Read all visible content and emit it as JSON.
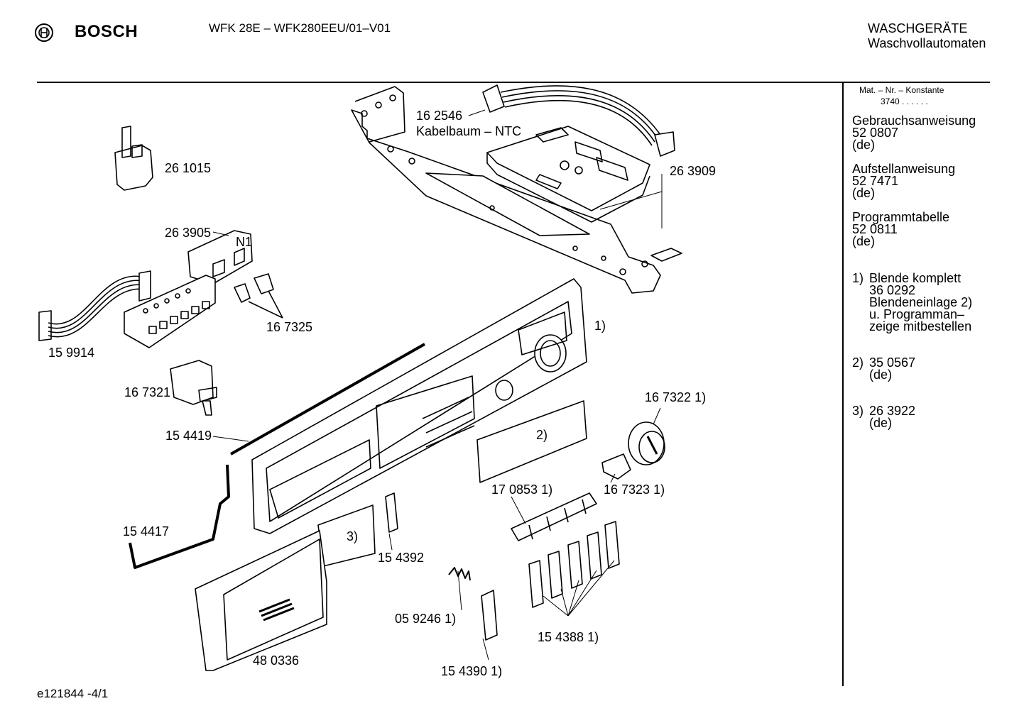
{
  "header": {
    "brand": "BOSCH",
    "model": "WFK 28E – WFK280EEU/01–V01",
    "category": "WASCHGERÄTE",
    "subcategory": "Waschvollautomaten"
  },
  "sidebar": {
    "matnr_label": "Mat. – Nr. – Konstante",
    "matnr_value": "3740 . . . . . .",
    "docs": [
      {
        "title": "Gebrauchsanweisung",
        "number": "52 0807",
        "lang": "(de)"
      },
      {
        "title": "Aufstellanweisung",
        "number": "52 7471",
        "lang": "(de)"
      },
      {
        "title": "Programmtabelle",
        "number": "52 0811",
        "lang": "(de)"
      }
    ],
    "notes": [
      {
        "idx": "1)",
        "lines": [
          "Blende komplett",
          " 36 0292",
          " Blendeneinlage 2)",
          " u. Programman–",
          "zeige mitbestellen"
        ]
      },
      {
        "idx": "2)",
        "lines": [
          "35 0567",
          "(de)"
        ]
      },
      {
        "idx": "3)",
        "lines": [
          "26 3922",
          "(de)"
        ]
      }
    ]
  },
  "parts": {
    "p162546": "16 2546",
    "p162546_desc": "Kabelbaum – NTC",
    "p261015": "26 1015",
    "p263909": "26 3909",
    "p263905": "26 3905",
    "n1": "N1",
    "p159914": "15 9914",
    "p167325": "16 7325",
    "fn1": "1)",
    "p167321": "16 7321",
    "p167322": "16 7322 1)",
    "p154419": "15 4419",
    "fn2": "2)",
    "p170853": "17 0853 1)",
    "p167323": "16 7323 1)",
    "p154417": "15 4417",
    "fn3": "3)",
    "p154392": "15 4392",
    "p059246": "05 9246 1)",
    "p154388": "15 4388 1)",
    "p480336": "48 0336",
    "p154390": "15 4390 1)"
  },
  "footer": {
    "code": "e121844 -4/1"
  }
}
